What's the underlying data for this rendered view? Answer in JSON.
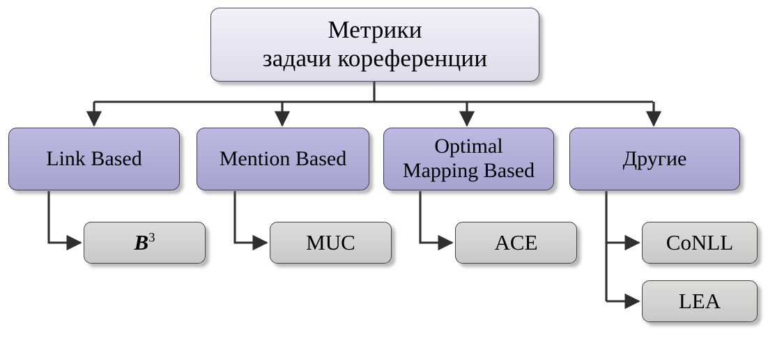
{
  "diagram": {
    "title": "Метрики задачи кореференции",
    "type": "tree",
    "orientation": "top-down",
    "colors": {
      "root_fill": "#e9e7f3",
      "category_fill": "#b2afd9",
      "leaf_fill": "#d3d3d1",
      "border": "#3d3d52",
      "connector": "#2f2f2f",
      "background": "#ffffff"
    },
    "root": {
      "label_line1": "Метрики",
      "label_line2": "задачи кореференции"
    },
    "categories": [
      {
        "id": "link-based",
        "label": "Link Based"
      },
      {
        "id": "mention-based",
        "label": "Mention Based"
      },
      {
        "id": "optimal-mapping-based",
        "label": "Optimal\nMapping Based"
      },
      {
        "id": "others",
        "label": "Другие"
      }
    ],
    "leaves": [
      {
        "id": "b3",
        "label": "B3",
        "label_base": "B",
        "label_sup": "3",
        "parent": "link-based"
      },
      {
        "id": "muc",
        "label": "MUC",
        "parent": "mention-based"
      },
      {
        "id": "ace",
        "label": "ACE",
        "parent": "optimal-mapping-based"
      },
      {
        "id": "conll",
        "label": "CoNLL",
        "parent": "others"
      },
      {
        "id": "lea",
        "label": "LEA",
        "parent": "others"
      }
    ],
    "edges": [
      {
        "from": "root",
        "to": "link-based"
      },
      {
        "from": "root",
        "to": "mention-based"
      },
      {
        "from": "root",
        "to": "optimal-mapping-based"
      },
      {
        "from": "root",
        "to": "others"
      },
      {
        "from": "link-based",
        "to": "b3"
      },
      {
        "from": "mention-based",
        "to": "muc"
      },
      {
        "from": "optimal-mapping-based",
        "to": "ace"
      },
      {
        "from": "others",
        "to": "conll"
      },
      {
        "from": "others",
        "to": "lea"
      }
    ]
  }
}
